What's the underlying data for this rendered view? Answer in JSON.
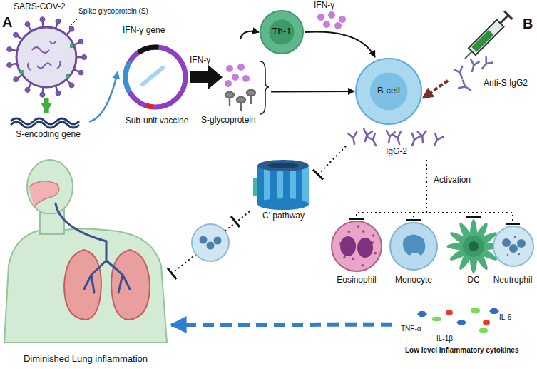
{
  "diagram": {
    "nodes": [
      {
        "text": [
          "SARS-COV-2"
        ]
      },
      {
        "text": [
          "S-encoding gene"
        ]
      },
      {
        "text": [
          "Sub-unit vaccine"
        ]
      },
      {
        "text": [
          "Th-1"
        ]
      },
      {
        "text": [
          "B cell"
        ]
      },
      {
        "text": [
          "Anti-S IgG2"
        ]
      },
      {
        "text": [
          "IgG-2"
        ]
      },
      {
        "text": [
          "C' pathway"
        ]
      },
      {
        "text": [
          "Eosinophil"
        ]
      },
      {
        "text": [
          "Monocyte"
        ]
      },
      {
        "text": [
          "DC"
        ]
      },
      {
        "text": [
          "Neutrophil"
        ]
      },
      {
        "text": [
          "TNF-α",
          "IL-1β",
          "IL-6",
          "Low level Inflammatory cytokines"
        ]
      },
      {
        "text": [
          "Diminished Lung inflammation"
        ]
      }
    ],
    "edges": [
      {
        "from": 0,
        "to": 1,
        "arrow": "to"
      },
      {
        "from": 1,
        "to": 2,
        "arrow": "to"
      },
      {
        "from": 2,
        "to": 3,
        "arrow": "to"
      },
      {
        "from": 3,
        "to": 4,
        "arrow": "to"
      },
      {
        "from": 2,
        "to": 4,
        "arrow": "to"
      },
      {
        "from": 5,
        "to": 4,
        "arrow": "to"
      },
      {
        "from": 6,
        "to": 7,
        "arrow": "to"
      },
      {
        "from": 6,
        "to": 8,
        "arrow": "to"
      },
      {
        "from": 6,
        "to": 9,
        "label": "Activation",
        "arrow": "to"
      },
      {
        "from": 6,
        "to": 10,
        "arrow": "to"
      },
      {
        "from": 6,
        "to": 11,
        "arrow": "to"
      },
      {
        "from": 7,
        "to": 13,
        "arrow": "to"
      },
      {
        "from": 12,
        "to": 13,
        "arrow": "to"
      }
    ],
    "labels": [
      "A",
      "B",
      "Spike glycoprotein (S)",
      "IFN-γ gene",
      "IFN-γ",
      "S-glycoprotein",
      "IFN-γ"
    ]
  }
}
